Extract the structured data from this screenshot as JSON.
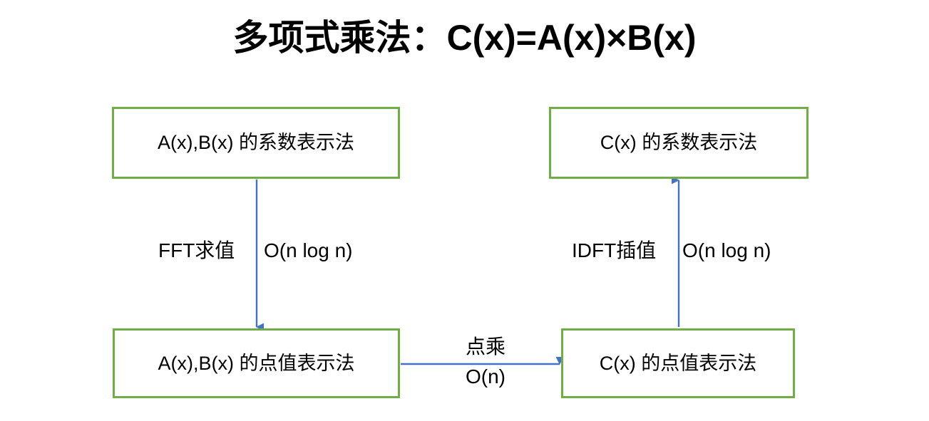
{
  "title": "多项式乘法：C(x)=A(x)×B(x)",
  "colors": {
    "box_border": "#70AD47",
    "arrow": "#4472C4",
    "text": "#000000",
    "background": "#FFFFFF"
  },
  "nodes": {
    "coeff_ab": {
      "label": "A(x),B(x) 的系数表示法"
    },
    "coeff_c": {
      "label": "C(x) 的系数表示法"
    },
    "point_ab": {
      "label": "A(x),B(x) 的点值表示法"
    },
    "point_c": {
      "label": "C(x) 的点值表示法"
    }
  },
  "edges": {
    "fft": {
      "name": "FFT求值",
      "cost": "O(n log n)"
    },
    "pointwise": {
      "name": "点乘",
      "cost": "O(n)"
    },
    "idft": {
      "name": "IDFT插值",
      "cost": "O(n log n)"
    }
  }
}
